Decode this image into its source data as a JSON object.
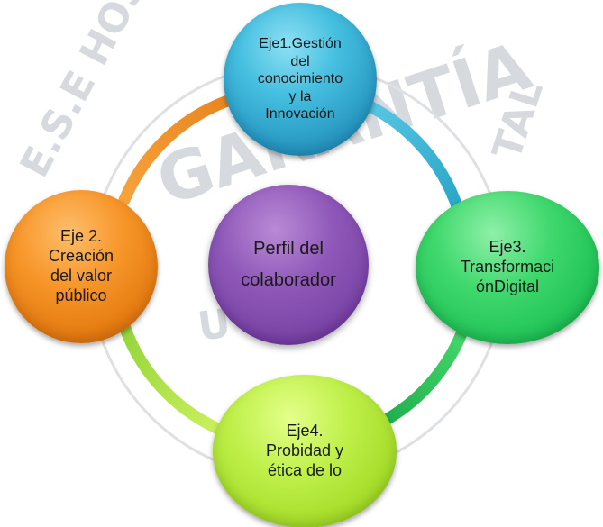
{
  "watermark": {
    "line1": "E.S.E HOSPITAL ESPÍRITU SANTO",
    "line2": "GARANTÍA",
    "line3": "TAL",
    "line4": "U"
  },
  "colors": {
    "eje1": "#2fa6cd",
    "eje2": "#f08a20",
    "eje3": "#2dcc5f",
    "eje4": "#b2e83a",
    "center": "#7f4bab",
    "ring_blue": "#33b6d4",
    "ring_green": "#3ccf60",
    "ring_lime": "#b8e84a",
    "ring_orange": "#f39a30"
  },
  "diagram": {
    "type": "radial-cycle",
    "center": {
      "line1": "Perfil del",
      "line2": "colaborador"
    },
    "nodes": [
      {
        "id": "eje1",
        "lines": [
          "Eje1.Gestión",
          "del",
          "conocimiento",
          "y la",
          "Innovación"
        ]
      },
      {
        "id": "eje3",
        "lines": [
          "Eje3.",
          "Transformaci",
          "ónDigital"
        ]
      },
      {
        "id": "eje4",
        "lines": [
          "Eje4.",
          "Probidad y",
          "ética de lo"
        ]
      },
      {
        "id": "eje2",
        "lines": [
          "Eje 2.",
          "Creación",
          "del valor",
          "público"
        ]
      }
    ]
  }
}
